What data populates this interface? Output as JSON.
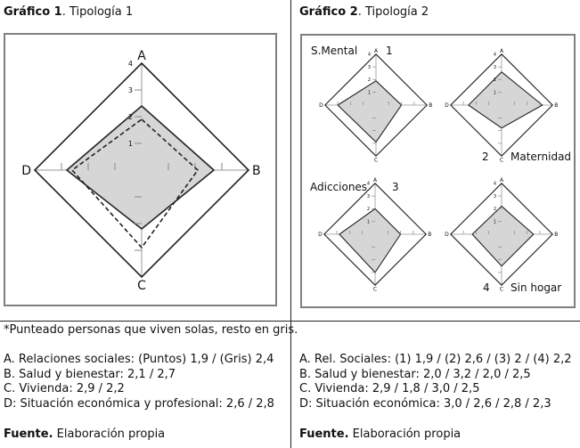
{
  "left": {
    "title_bold": "Gráfico 1",
    "title_rest": ". Tipología 1",
    "footnote": "*Punteado personas que viven solas, resto en gris.",
    "legend_lines": [
      "A. Relaciones sociales: (Puntos) 1,9 / (Gris) 2,4",
      "B. Salud y bienestar: 2,1 / 2,7",
      "C. Vivienda: 2,9 / 2,2",
      "D: Situación económica y profesional: 2,6 / 2,8"
    ],
    "source_bold": "Fuente.",
    "source_rest": " Elaboración propia"
  },
  "right": {
    "title_bold": "Gráfico 2",
    "title_rest": ". Tipología 2",
    "legend_lines": [
      "A. Rel. Sociales: (1) 1,9 / (2) 2,6 / (3) 2 / (4) 2,2",
      "B. Salud y bienestar: 2,0 / 3,2 / 2,0 / 2,5",
      "C. Vivienda: 2,9 / 1,8 / 3,0 / 2,5",
      "D: Situación económica: 3,0 / 2,6 / 2,8 / 2,3"
    ],
    "source_bold": "Fuente.",
    "source_rest": " Elaboración propia"
  },
  "chart_data": [
    {
      "type": "radar",
      "title": "Gráfico 1. Tipología 1",
      "axes": [
        "A",
        "B",
        "C",
        "D"
      ],
      "axis_names": [
        "Relaciones sociales",
        "Salud y bienestar",
        "Vivienda",
        "Situación económica y profesional"
      ],
      "range": [
        0,
        4
      ],
      "tick_labels": [
        "1",
        "2",
        "3",
        "4"
      ],
      "series": [
        {
          "name": "Gris",
          "style": "filled-gray",
          "values": [
            2.4,
            2.7,
            2.2,
            2.8
          ]
        },
        {
          "name": "Puntos (personas que viven solas)",
          "style": "dashed",
          "values": [
            1.9,
            2.1,
            2.9,
            2.6
          ]
        }
      ]
    },
    {
      "type": "radar",
      "title": "Gráfico 2. Tipología 2",
      "axes": [
        "A",
        "B",
        "C",
        "D"
      ],
      "range": [
        0,
        4
      ],
      "subcharts": [
        {
          "id": "1",
          "label": "S.Mental",
          "values": [
            1.9,
            2.0,
            2.9,
            3.0
          ]
        },
        {
          "id": "2",
          "label": "Maternidad",
          "values": [
            2.6,
            3.2,
            1.8,
            2.6
          ]
        },
        {
          "id": "3",
          "label": "Adicciones",
          "values": [
            2.0,
            2.0,
            3.0,
            2.8
          ]
        },
        {
          "id": "4",
          "label": "Sin hogar",
          "values": [
            2.2,
            2.5,
            2.5,
            2.3
          ]
        }
      ]
    }
  ]
}
